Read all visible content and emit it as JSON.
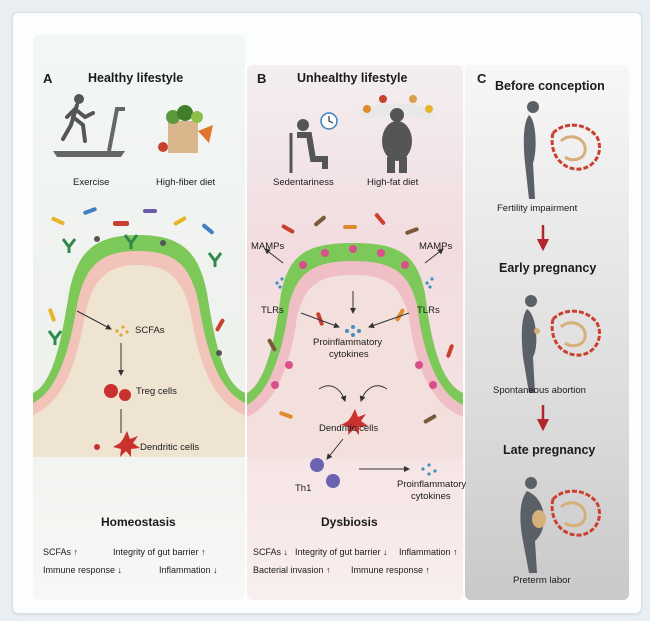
{
  "panel_a": {
    "letter": "A",
    "title": "Healthy lifestyle",
    "labels": {
      "exercise": "Exercise",
      "diet": "High-fiber diet",
      "scfas": "SCFAs",
      "treg": "Treg cells",
      "dendritic": "Dendritic cells"
    },
    "footer": "Homeostasis",
    "effects": {
      "scfas": "SCFAs ↑",
      "barrier": "Integrity of gut barrier ↑",
      "immune": "Immune response ↓",
      "inflammation": "Inflammation ↓"
    }
  },
  "panel_b": {
    "letter": "B",
    "title": "Unhealthy lifestyle",
    "labels": {
      "sedentary": "Sedentariness",
      "diet": "High-fat diet",
      "mamps_left": "MAMPs",
      "mamps_right": "MAMPs",
      "tlrs_left": "TLRs",
      "tlrs_right": "TLRs",
      "cytokines_1": "Proinflammatory",
      "cytokines_2": "cytokines",
      "dendritic": "Dendritic cells",
      "th1": "Th1",
      "cytokines2_1": "Proinflammatory",
      "cytokines2_2": "cytokines"
    },
    "footer": "Dysbiosis",
    "effects": {
      "scfas": "SCFAs ↓",
      "barrier": "Integrity of gut barrier ↓",
      "inflammation": "Inflammation ↑",
      "invasion": "Bacterial invasion ↑",
      "immune": "Immune response ↑"
    }
  },
  "panel_c": {
    "letter": "C",
    "stages": [
      {
        "title": "Before conception",
        "outcome": "Fertility impairment"
      },
      {
        "title": "Early pregnancy",
        "outcome": "Spontaneous abortion"
      },
      {
        "title": "Late pregnancy",
        "outcome": "Preterm labor"
      }
    ]
  },
  "colors": {
    "epithelium_green": "#7cc95a",
    "lumen_pink": "#f2c9c0",
    "arrow_red": "#b3262e",
    "silhouette": "#5b5f66"
  }
}
